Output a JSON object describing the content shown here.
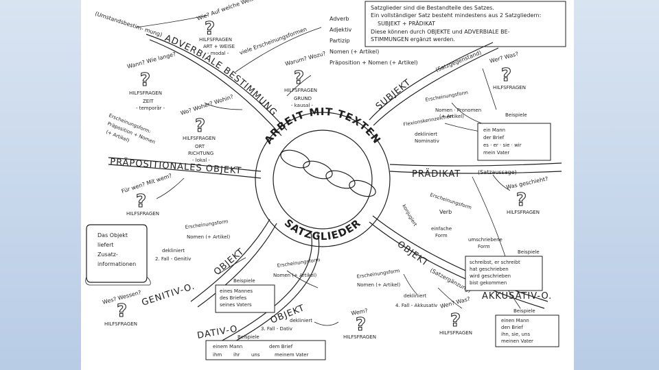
{
  "info_box": {
    "lines": [
      "Satzglieder sind die Bestandteile des Satzes.",
      "Ein vollständiger Satz besteht mindestens aus 2 Satzgliedern:",
      "SUBJEKT + PRÄDIKAT",
      "Diese können durch OBJEKTE und ADVERBIALE BE-",
      "STIMMUNGEN ergänzt werden."
    ]
  },
  "center": {
    "top_text": "ARBEIT MIT TEXTEN",
    "bottom_text": "SATZGLIEDER"
  },
  "branches": {
    "adverbiale": "ADVERBIALE BESTIMMUNG",
    "adverbiale_note": "(Umstandsbestim- mung)",
    "subjekt": "SUBJEKT",
    "subjekt_note": "(Satzgegenstand)",
    "praedikat": "PRÄDIKAT",
    "praedikat_note": "(Satzaussage)",
    "praepositional": "PRÄPOSITIONALES OBJEKT",
    "genitiv_objekt": "OBJEKT",
    "genitiv": "GENITIV-O.",
    "dativ_objekt": "OBJEKT",
    "dativ": "DATIV-O.",
    "akkusativ_objekt": "OBJEKT",
    "akkusativ_note": "(Satzergänzung)",
    "akkusativ": "AKKUSATIV-O."
  },
  "forms_list": {
    "title": "viele Erscheinungsformen",
    "items": [
      "Adverb",
      "Adjektiv",
      "Partizip",
      "Nomen (+ Artikel)",
      "Präposition + Nomen (+ Artikel)"
    ]
  },
  "hilfsfragen_label": "HILFSFRAGEN",
  "hilfsfragen": {
    "art": {
      "question": "Wie? Auf welche Weise?",
      "sub1": "ART + WEISE",
      "sub2": "- modal -"
    },
    "zeit": {
      "question": "Wann? Wie lange?",
      "sub1": "ZEIT",
      "sub2": "- temporär -"
    },
    "grund": {
      "question": "Warum? Wozu?",
      "sub1": "GRUND",
      "sub2": "- kausal -"
    },
    "ort": {
      "question": "Wo? Woher? Wohin?",
      "sub1": "ORT",
      "sub2": "RICHTUNG",
      "sub3": "- lokal -"
    },
    "subjekt": {
      "question": "Wer? Was?"
    },
    "praep": {
      "question": "Für wen? Mit wem?"
    },
    "praedikat": {
      "question": "Was geschieht?"
    },
    "genitiv": {
      "question": "Wes? Wessen?"
    },
    "dativ": {
      "question": "Wem?"
    },
    "akkusativ": {
      "question": "Wen? Was?"
    }
  },
  "subjekt_details": {
    "form_title": "Erscheinungsform",
    "form_text": "Nomen · Pronomen",
    "form_text2": "(+ Artikel)",
    "flex_title": "Flexionskennzeichen",
    "flex_text1": "dekliniert",
    "flex_text2": "Nominativ"
  },
  "praep_details": {
    "line1": "Erscheinungsform:",
    "line2": "Präposition + Nomen",
    "line3": "(+ Artikel)"
  },
  "praedikat_details": {
    "form_title": "Erscheinungsform",
    "verb": "Verb",
    "konjugiert": "konjugiert",
    "einfache": "einfache",
    "einfache2": "Form",
    "umschriebene": "umschriebene",
    "umschriebene2": "Form"
  },
  "beispiele_label": "Beispiele",
  "box_subjekt": [
    "ein Mann",
    "der Brief",
    "es · er · sie · wir",
    "mein Vater"
  ],
  "box_praedikat": [
    "schreibst, er schreibt",
    "hat geschrieben",
    "wird geschrieben",
    "bist gekommen"
  ],
  "box_genitiv": [
    "eines Mannes",
    "des Briefes",
    "seines Vaters"
  ],
  "box_dativ": [
    "einem Mann",
    "dem Brief",
    "ihm",
    "ihr",
    "uns",
    "meinem Vater"
  ],
  "box_akkusativ": [
    "einen Mann",
    "den Brief",
    "ihn, sie, uns",
    "meinen Vater"
  ],
  "scroll_note": [
    "Das Objekt",
    "liefert",
    "Zusatz-",
    "informationen"
  ],
  "genitiv_details": {
    "form_title": "Erscheinungsform",
    "form_text": "Nomen (+ Artikel)",
    "dekl": "dekliniert",
    "fall": "2. Fall - Genitiv"
  },
  "dativ_details": {
    "form_title": "Erscheinungsform",
    "form_text": "Nomen (+ Artikel)",
    "dekl": "dekliniert",
    "fall": "3. Fall - Dativ"
  },
  "akkusativ_details": {
    "form_title": "Erscheinungsform",
    "form_text": "Nomen (+ Artikel)",
    "dekl": "dekliniert",
    "fall": "4. Fall - Akkusativ"
  }
}
